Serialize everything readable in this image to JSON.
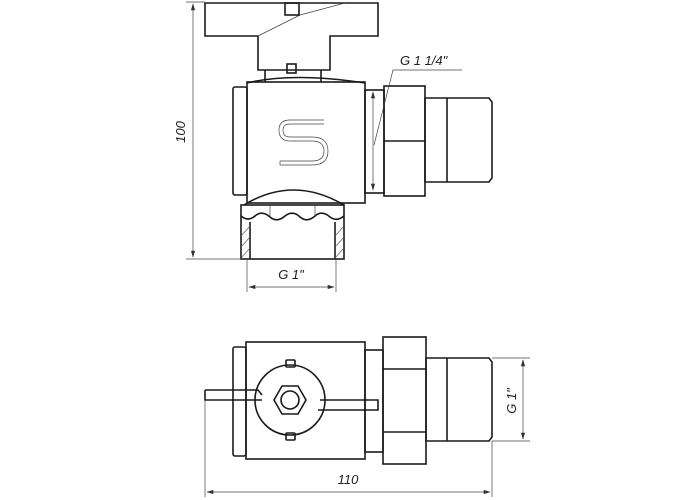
{
  "drawing": {
    "dimensions": {
      "height": "100",
      "length": "110",
      "bottom_thread": "G 1\"",
      "side_thread": "G 1 1/4\"",
      "end_thread": "G 1\""
    },
    "line_color": "#1a1a1a"
  }
}
